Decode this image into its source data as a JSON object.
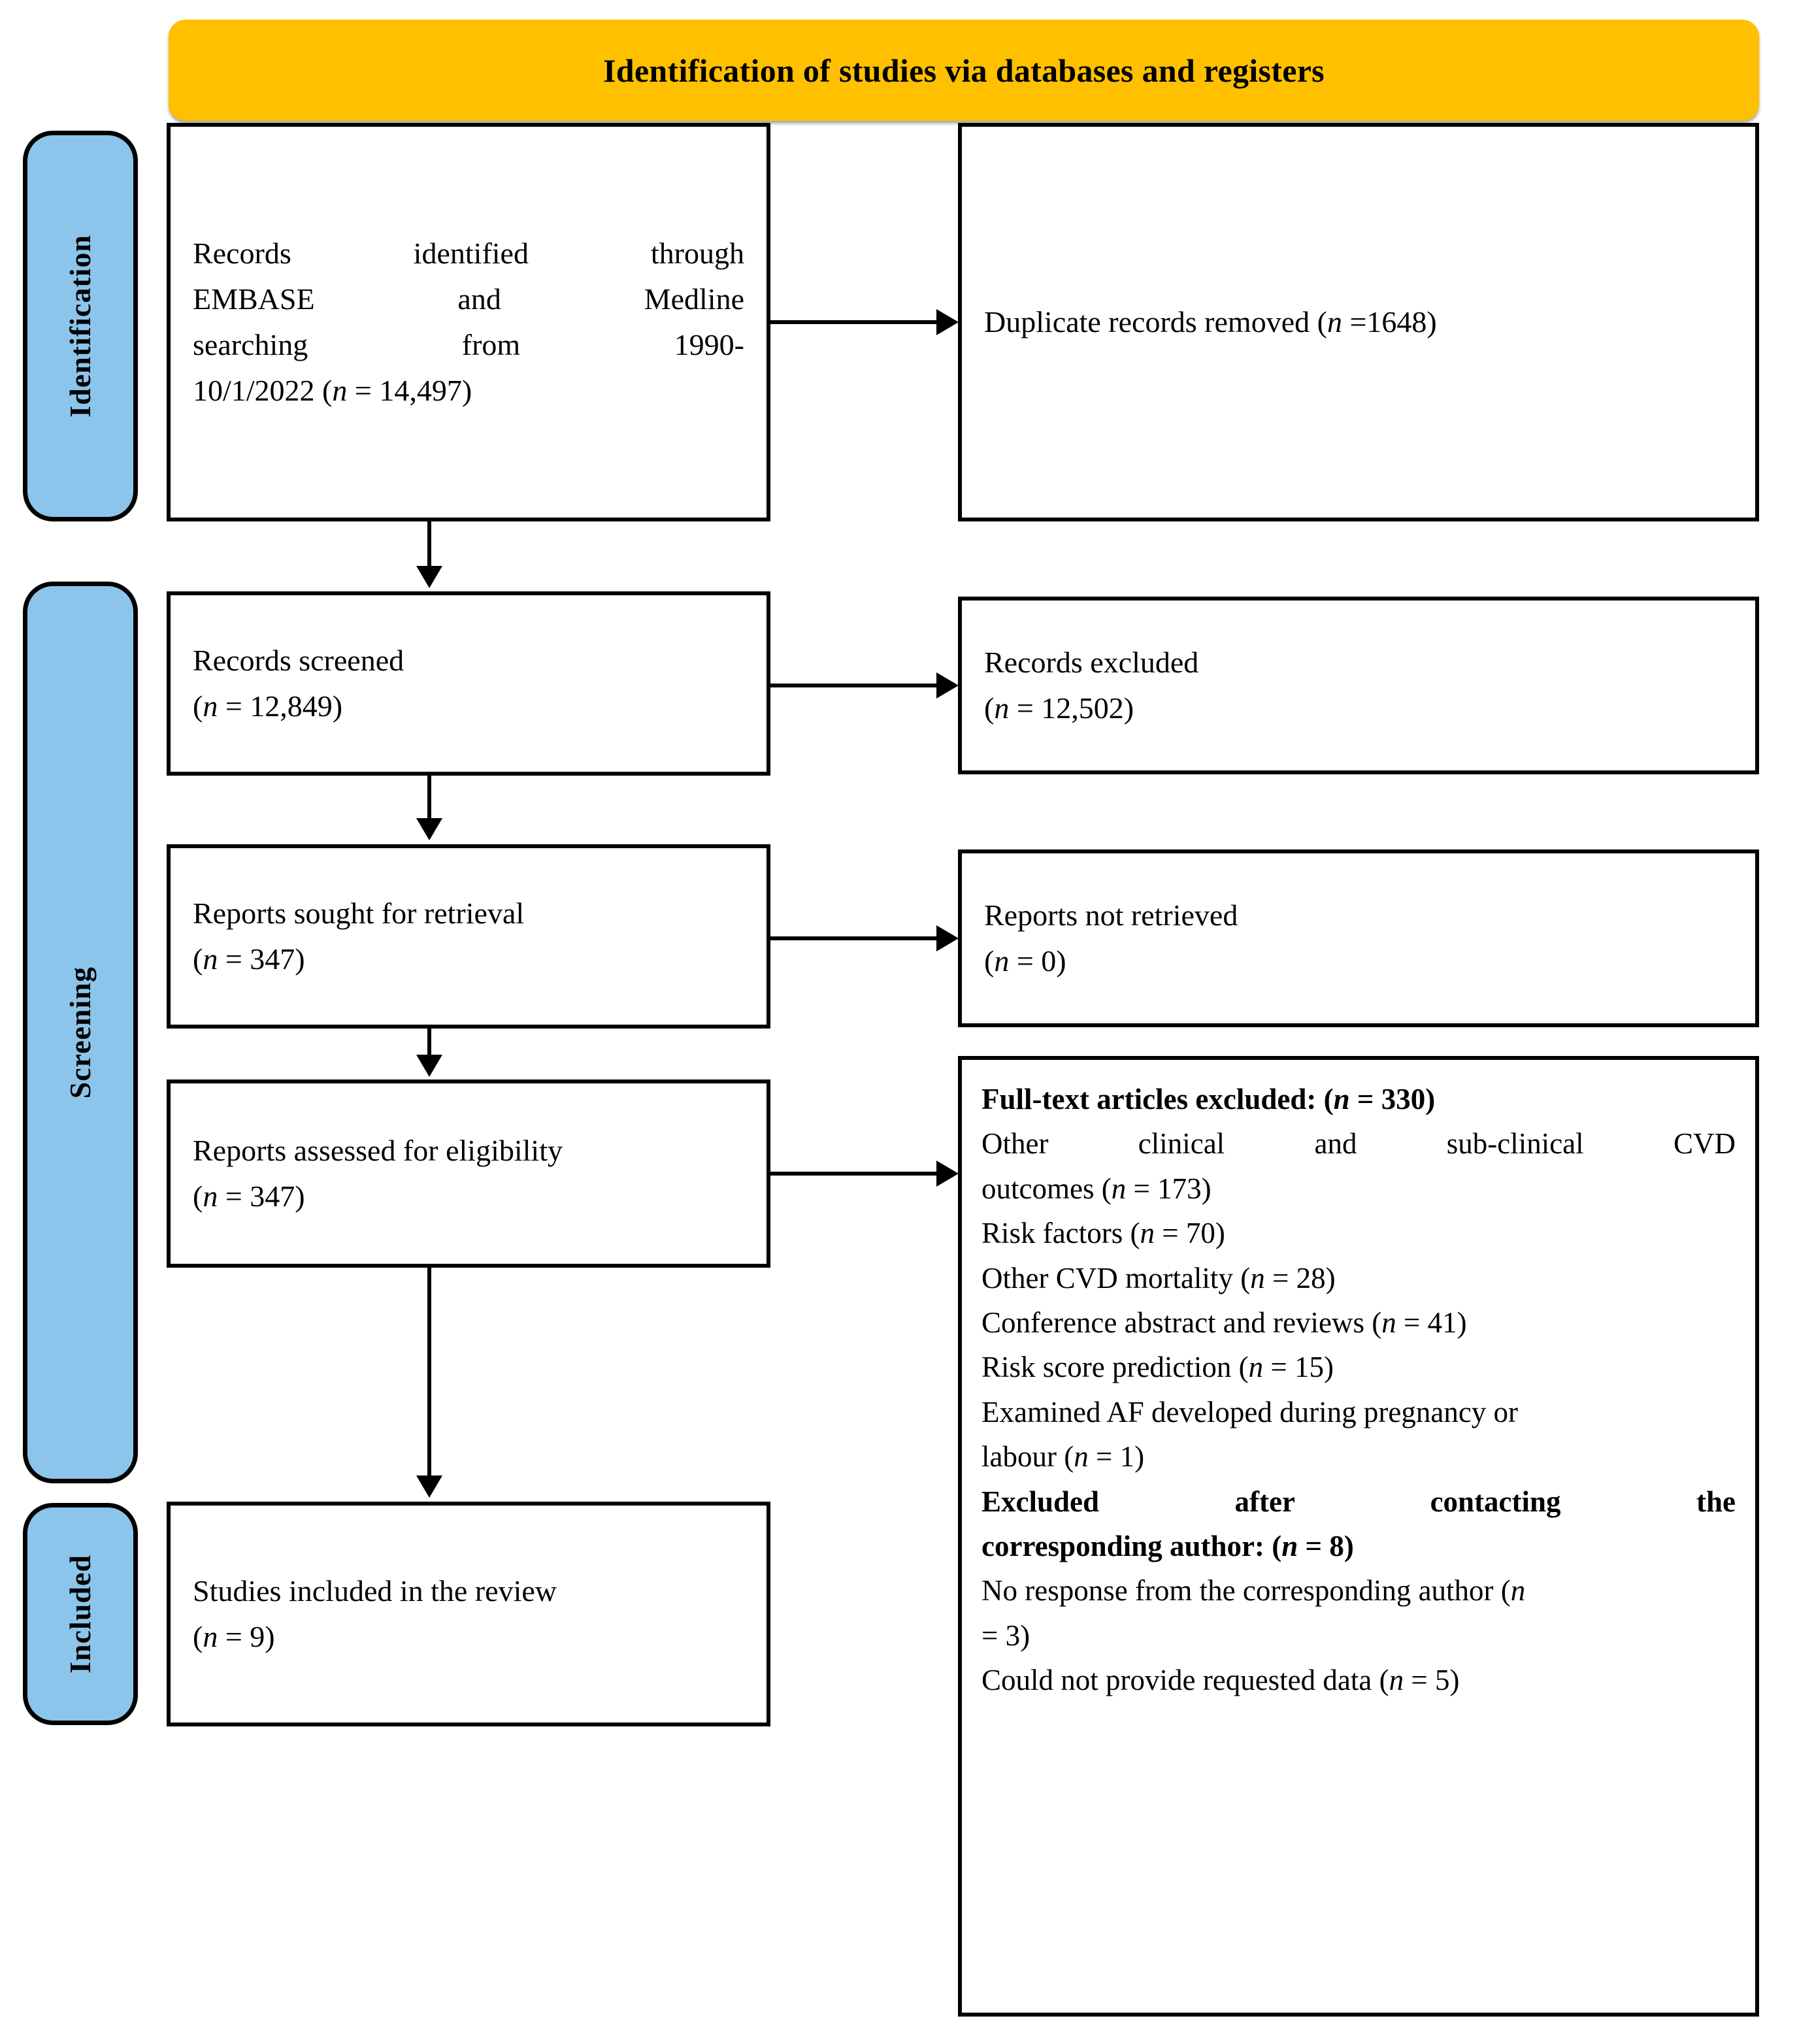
{
  "banner": {
    "title": "Identification of studies via databases and registers"
  },
  "phases": [
    {
      "id": "identification",
      "label": "Identification"
    },
    {
      "id": "screening",
      "label": "Screening"
    },
    {
      "id": "included",
      "label": "Included"
    }
  ],
  "boxes": {
    "identified": {
      "line1": "Records identified through",
      "line2": "EMBASE and Medline",
      "line3": "searching from 1990-",
      "line4_pre": "10/1/2022 (",
      "line4_n": "n",
      "line4_post": " = 14,497)"
    },
    "duplicates": {
      "text_pre": "Duplicate records removed (",
      "text_n": "n",
      "text_post": " =1648)"
    },
    "screened": {
      "label": "Records screened",
      "count_pre": "(",
      "count_n": "n",
      "count_post": " = 12,849)"
    },
    "records_excluded": {
      "label": "Records excluded",
      "count_pre": "(",
      "count_n": "n",
      "count_post": " = 12,502)"
    },
    "sought": {
      "label": "Reports sought for retrieval",
      "count_pre": "(",
      "count_n": "n",
      "count_post": " = 347)"
    },
    "not_retrieved": {
      "label": "Reports not retrieved",
      "count_pre": "(",
      "count_n": "n",
      "count_post": " = 0)"
    },
    "assessed": {
      "label": "Reports assessed for eligibility",
      "count_pre": "(",
      "count_n": "n",
      "count_post": " = 347)"
    },
    "included": {
      "label": "Studies included in the review",
      "count_pre": "(",
      "count_n": "n",
      "count_post": " = 9)"
    },
    "fulltext": {
      "heading_pre": "Full-text articles excluded: (",
      "heading_n": "n",
      "heading_post": " = 330)",
      "reason1_l1": "Other clinical and sub-clinical CVD",
      "reason1_l2_pre": "outcomes (",
      "reason1_n": "n",
      "reason1_l2_post": " = 173)",
      "reason2_pre": "Risk factors (",
      "reason2_n": "n",
      "reason2_post": " = 70)",
      "reason3_pre": "Other CVD mortality (",
      "reason3_n": "n",
      "reason3_post": " = 28)",
      "reason4_pre": "Conference abstract and reviews (",
      "reason4_n": "n",
      "reason4_post": " = 41)",
      "reason5_pre": "Risk score prediction (",
      "reason5_n": "n",
      "reason5_post": " = 15)",
      "reason6_l1": "Examined AF developed during pregnancy or",
      "reason6_l2_pre": "labour (",
      "reason6_n": "n",
      "reason6_l2_post": " = 1)",
      "subheading_l1": "Excluded after contacting the",
      "subheading_l2_pre": "corresponding author: (",
      "subheading_n": "n",
      "subheading_l2_post": " = 8)",
      "reason7_l1_pre": "No response from the corresponding author (",
      "reason7_n1": "n",
      "reason7_l2_post": "= 3)",
      "reason8_pre": "Could not provide requested data (",
      "reason8_n": "n",
      "reason8_post": " = 5)"
    }
  },
  "colors": {
    "banner": "#FFC000",
    "phase_chip": "#8CC5EB",
    "line": "#000000",
    "box_bg": "#FFFFFF"
  }
}
